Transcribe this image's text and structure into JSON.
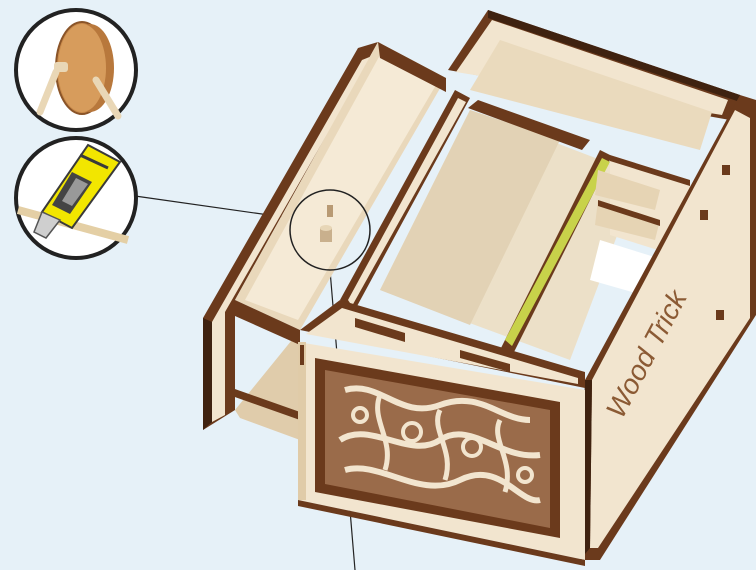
{
  "diagram": {
    "brand_text": "Wood Trick",
    "colors": {
      "background": "#e6f1f8",
      "plywood_light": "#f2e5cf",
      "plywood_mid": "#e4d1b2",
      "plywood_dark": "#cdb591",
      "edge_brown": "#6b3a1c",
      "edge_dark": "#3f2210",
      "veneer_panel": "#9a6b4a",
      "glue_strip": "#c8d24a",
      "knife_yellow": "#f2e600",
      "disc_orange": "#c98a4a"
    },
    "callouts": [
      {
        "name": "disc-and-pin-detail",
        "icon": "wooden-disc-pin-icon"
      },
      {
        "name": "utility-knife-detail",
        "icon": "utility-knife-icon"
      }
    ]
  }
}
